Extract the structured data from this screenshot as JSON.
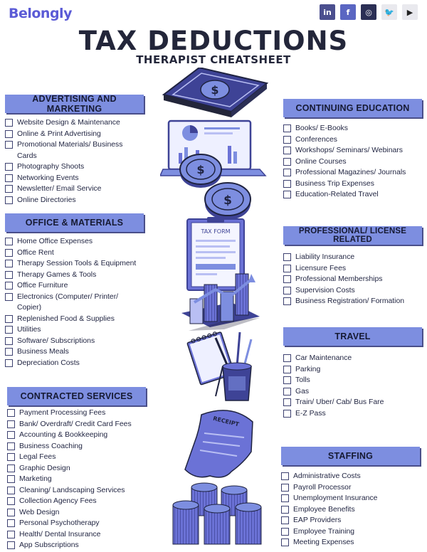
{
  "brand": "Belongly",
  "title": "TAX DEDUCTIONS",
  "subtitle": "THERAPIST CHEATSHEET",
  "social": [
    {
      "label": "in",
      "icon": "linkedin-icon",
      "color": "#4b4f8f"
    },
    {
      "label": "f",
      "icon": "facebook-icon",
      "color": "#5a66c2"
    },
    {
      "label": "◎",
      "icon": "instagram-icon",
      "color": "#2b2f55"
    },
    {
      "label": "🐦",
      "icon": "twitter-icon",
      "color": "#e9e9ee"
    },
    {
      "label": "▶",
      "icon": "youtube-icon",
      "color": "#e9e9ee"
    }
  ],
  "colors": {
    "accent": "#7d8ee0",
    "dark": "#23263a",
    "illustration": "#6b72d6"
  },
  "sections": {
    "advertising": {
      "title": "ADVERTISING AND MARKETING",
      "items": [
        "Website Design & Maintenance",
        "Online & Print Advertising",
        "Promotional Materials/ Business Cards",
        "Photography Shoots",
        "Networking Events",
        "Newsletter/ Email Service",
        "Online Directories"
      ]
    },
    "office": {
      "title": "OFFICE & MATERIALS",
      "items": [
        "Home Office Expenses",
        "Office Rent",
        "Therapy Session Tools & Equipment",
        "Therapy Games & Tools",
        "Office Furniture",
        "Electronics (Computer/ Printer/ Copier)",
        "Replenished Food & Supplies",
        "Utilities",
        "Software/ Subscriptions",
        "Business Meals",
        "Depreciation Costs"
      ]
    },
    "contracted": {
      "title": "CONTRACTED SERVICES",
      "items": [
        "Payment Processing Fees",
        "Bank/ Overdraft/ Credit Card Fees",
        "Accounting & Bookkeeping",
        "Business Coaching",
        "Legal Fees",
        "Graphic Design",
        "Marketing",
        "Cleaning/ Landscaping Services",
        "Collection Agency Fees",
        "Web Design",
        "Personal Psychotherapy",
        "Health/ Dental Insurance",
        "App Subscriptions"
      ]
    },
    "education": {
      "title": "CONTINUING EDUCATION",
      "items": [
        "Books/ E-Books",
        "Conferences",
        "Workshops/ Seminars/ Webinars",
        "Online Courses",
        "Professional Magazines/ Journals",
        "Business Trip Expenses",
        "Education-Related Travel"
      ]
    },
    "professional": {
      "title": "PROFESSIONAL/ LICENSE RELATED",
      "items": [
        "Liability Insurance",
        "Licensure Fees",
        "Professional Memberships",
        "Supervision Costs",
        "Business Registration/ Formation"
      ]
    },
    "travel": {
      "title": "TRAVEL",
      "items": [
        "Car Maintenance",
        "Parking",
        "Tolls",
        "Gas",
        "Train/ Uber/ Cab/ Bus Fare",
        "E-Z Pass"
      ]
    },
    "staffing": {
      "title": "STAFFING",
      "items": [
        "Administrative Costs",
        "Payroll Processor",
        "Unemployment Insurance",
        "Employee Benefits",
        "EAP Providers",
        "Employee Training",
        "Meeting Expenses"
      ]
    }
  },
  "illustration": {
    "tax_form_label": "TAX FORM",
    "receipt_label": "RECEIPT",
    "currency_symbol": "$"
  }
}
